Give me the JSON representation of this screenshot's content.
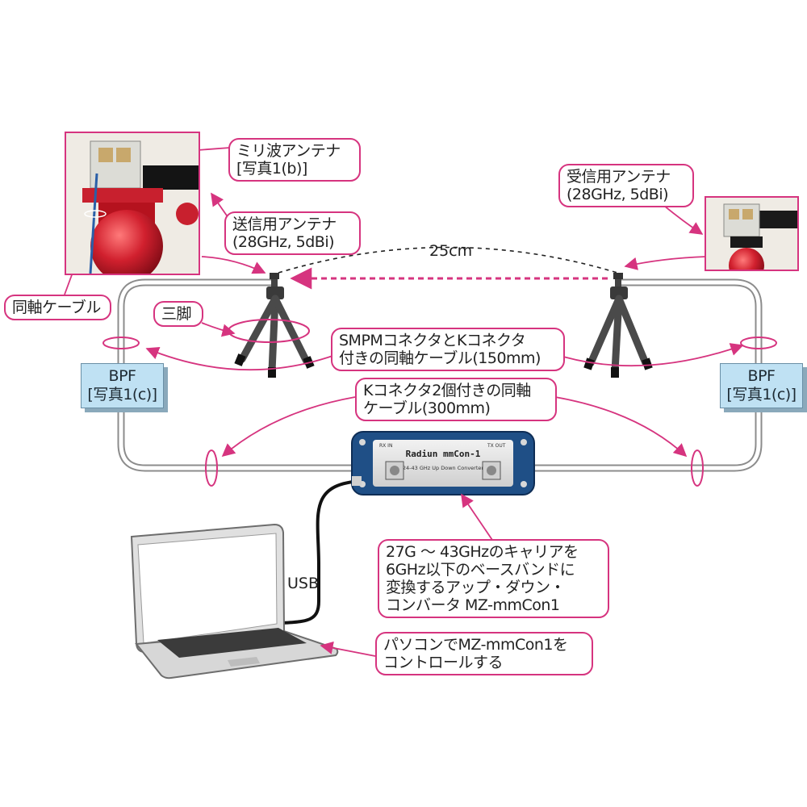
{
  "colors": {
    "callout_border": "#d6347f",
    "cable_path": "#9a9a9a",
    "bpf_fill": "#bfe1f3",
    "converter_body": "#1f4f86",
    "mount_red": "#c8202e"
  },
  "labels": {
    "mm_antenna": [
      "ミリ波アンテナ",
      "[写真1(b)]"
    ],
    "tx_antenna": [
      "送信用アンテナ",
      "(28GHz, 5dBi)"
    ],
    "rx_antenna": [
      "受信用アンテナ",
      "(28GHz, 5dBi)"
    ],
    "coax": "同軸ケーブル",
    "tripod": "三脚",
    "smpm_cable": [
      "SMPMコネクタとKコネクタ",
      "付きの同軸ケーブル(150mm)"
    ],
    "k_cable": [
      "Kコネクタ2個付きの同軸",
      "ケーブル(300mm)"
    ],
    "bpf_left": [
      "BPF",
      "[写真1(c)]"
    ],
    "bpf_right": [
      "BPF",
      "[写真1(c)]"
    ],
    "distance": "25cm",
    "usb": "USB",
    "converter_desc": [
      "27G ～ 43GHzのキャリアを",
      "6GHz以下のベースバンドに",
      "変換するアップ・ダウン・",
      "コンバータ MZ-mmCon1"
    ],
    "pc_control": [
      "パソコンでMZ-mmCon1を",
      "コントロールする"
    ]
  },
  "device": {
    "brand": "Radiun mmCon-1",
    "subtitle": "24-43 GHz Up Down Converter",
    "port_left": "RX IN",
    "port_right": "TX OUT"
  }
}
